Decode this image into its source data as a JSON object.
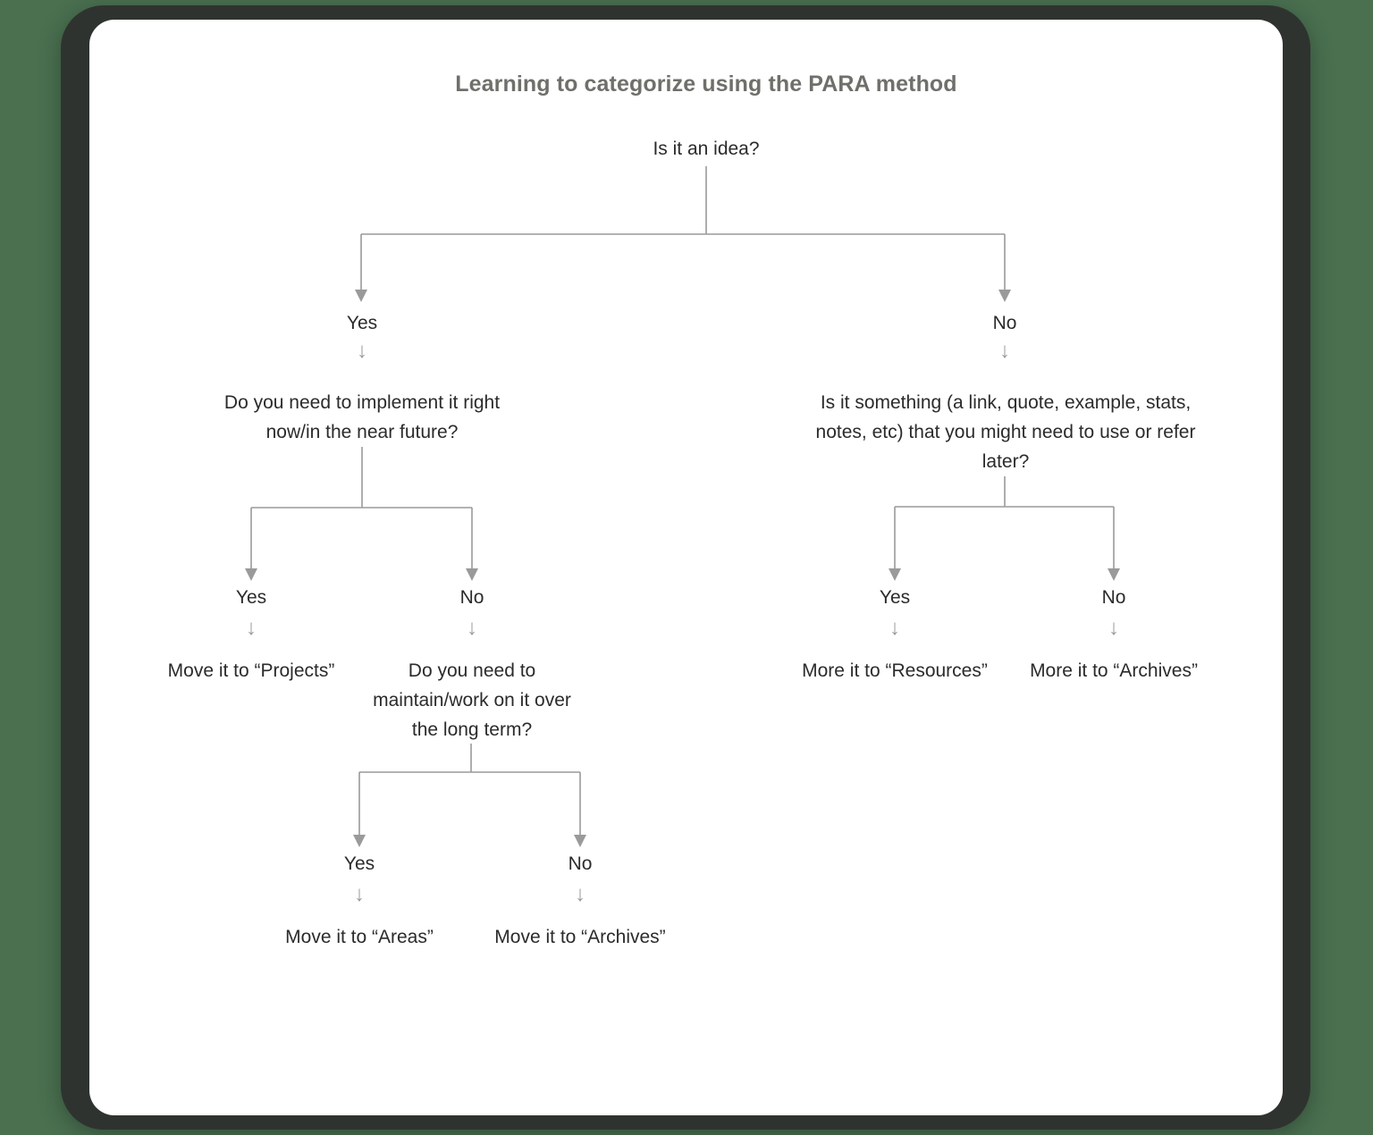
{
  "theme": {
    "page_background": "#4a7050",
    "frame_color": "#2f3330",
    "card_background": "#ffffff",
    "title_color": "#6f6f6b",
    "text_color": "#2b2b2b",
    "connector_color": "#9a9a9a"
  },
  "chart_data": {
    "type": "diagram",
    "diagram_kind": "decision-tree-flowchart",
    "title": "Learning to categorize using the PARA method",
    "root": "Is it an idea?",
    "nodes": [
      {
        "id": "n0",
        "text": "Is it an idea?",
        "kind": "question"
      },
      {
        "id": "n1",
        "text": "Do you need to implement it right now/in the near future?",
        "kind": "question"
      },
      {
        "id": "n2",
        "text": "Is it something (a link, quote, example, stats, notes, etc) that you might need to use or refer later?",
        "kind": "question"
      },
      {
        "id": "n3",
        "text": "Move it to “Projects”",
        "kind": "outcome"
      },
      {
        "id": "n4",
        "text": "Do you need to maintain/work on it over the long term?",
        "kind": "question"
      },
      {
        "id": "n5",
        "text": "More it to “Resources”",
        "kind": "outcome"
      },
      {
        "id": "n6",
        "text": "More it to “Archives”",
        "kind": "outcome"
      },
      {
        "id": "n7",
        "text": "Move it to “Areas”",
        "kind": "outcome"
      },
      {
        "id": "n8",
        "text": "Move it to “Archives”",
        "kind": "outcome"
      }
    ],
    "edges": [
      {
        "from": "n0",
        "to": "n1",
        "label": "Yes"
      },
      {
        "from": "n0",
        "to": "n2",
        "label": "No"
      },
      {
        "from": "n1",
        "to": "n3",
        "label": "Yes"
      },
      {
        "from": "n1",
        "to": "n4",
        "label": "No"
      },
      {
        "from": "n2",
        "to": "n5",
        "label": "Yes"
      },
      {
        "from": "n2",
        "to": "n6",
        "label": "No"
      },
      {
        "from": "n4",
        "to": "n7",
        "label": "Yes"
      },
      {
        "from": "n4",
        "to": "n8",
        "label": "No"
      }
    ]
  },
  "title": "Learning to categorize using the PARA method",
  "nodes": {
    "root": "Is it an idea?",
    "q_implement": "Do you need to implement it right now/in the near future?",
    "q_reference": "Is it something (a link, quote, example, stats, notes, etc) that you might need to use or refer later?",
    "out_projects": "Move it to “Projects”",
    "q_maintain": "Do you need to maintain/work on it over the long term?",
    "out_resources": "More it to “Resources”",
    "out_archives_right": "More it to “Archives”",
    "out_areas": "Move it to “Areas”",
    "out_archives_bottom": "Move it to “Archives”"
  },
  "labels": {
    "root_yes": "Yes",
    "root_no": "No",
    "implement_yes": "Yes",
    "implement_no": "No",
    "reference_yes": "Yes",
    "reference_no": "No",
    "maintain_yes": "Yes",
    "maintain_no": "No"
  },
  "glyphs": {
    "down_arrow": "↓"
  }
}
